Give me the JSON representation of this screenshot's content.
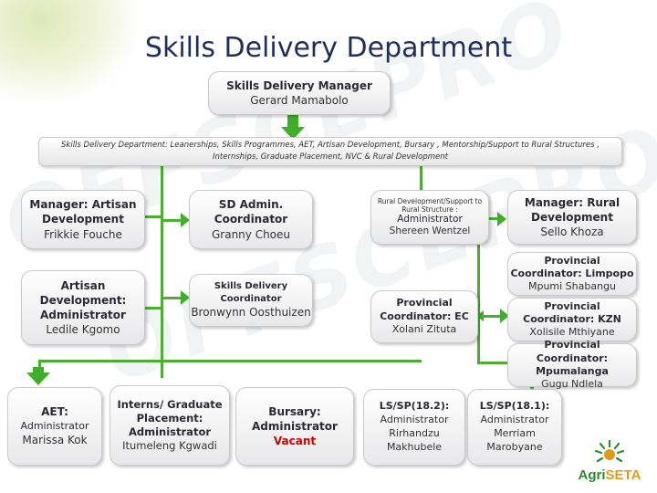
{
  "title": "Skills Delivery Department",
  "watermark": "OFFSCEPRO",
  "manager": {
    "title": "Skills Delivery Manager",
    "name": "Gerard Mamabolo"
  },
  "banner": {
    "line1": "Skills Delivery Department: Leanerships, Skills Programmes, AET, Artisan Development, Bursary , Mentorship/Support to Rural Structures ,",
    "line2": "Internships, Graduate Placement, NVC &  Rural Development"
  },
  "artisan_manager": {
    "title": "Manager: Artisan Development",
    "name": "Frikkie Fouche"
  },
  "sd_admin": {
    "title": "SD Admin. Coordinator",
    "name": "Granny Choeu"
  },
  "rural_admin": {
    "title": "Rural Development/Support to Rural Structure :",
    "subtitle": "Administrator",
    "name": "Shereen Wentzel"
  },
  "rural_manager": {
    "title": "Manager: Rural Development",
    "name": "Sello Khoza"
  },
  "artisan_admin": {
    "title": "Artisan Development: Administrator",
    "name": "Ledile Kgomo"
  },
  "sd_coordinator": {
    "title": "Skills Delivery Coordinator",
    "name": "Bronwynn Oosthuizen"
  },
  "pc_ec": {
    "title": "Provincial Coordinator: EC",
    "name": "Xolani Zituta"
  },
  "pc_limpopo": {
    "title": "Provincial Coordinator: Limpopo",
    "name": "Mpumi Shabangu"
  },
  "pc_kzn": {
    "title": "Provincial Coordinator: KZN",
    "name": "Xolisile Mthiyane"
  },
  "pc_mpumalanga": {
    "title": "Provincial Coordinator: Mpumalanga",
    "name": "Gugu Ndlela"
  },
  "aet": {
    "title": "AET:",
    "subtitle": "Administrator",
    "name": "Marissa Kok"
  },
  "interns": {
    "title": "Interns/ Graduate Placement: Administrator",
    "name": "Itumeleng Kgwadi"
  },
  "bursary": {
    "title": "Bursary: Administrator",
    "name": "Vacant"
  },
  "ls_182": {
    "title": "LS/SP(18.2):",
    "subtitle": "Administrator",
    "name": "Rirhandzu Makhubele"
  },
  "ls_181": {
    "title": "LS/SP(18.1):",
    "subtitle": "Administrator",
    "name": "Merriam Marobyane"
  },
  "logo": {
    "agri": "Agri",
    "seta": "SETA"
  },
  "colors": {
    "connector": "#4caf2f",
    "title": "#1f2f5a",
    "vacant": "#cc0000",
    "logo_green": "#2d8c2d",
    "logo_orange": "#e09b1c"
  }
}
